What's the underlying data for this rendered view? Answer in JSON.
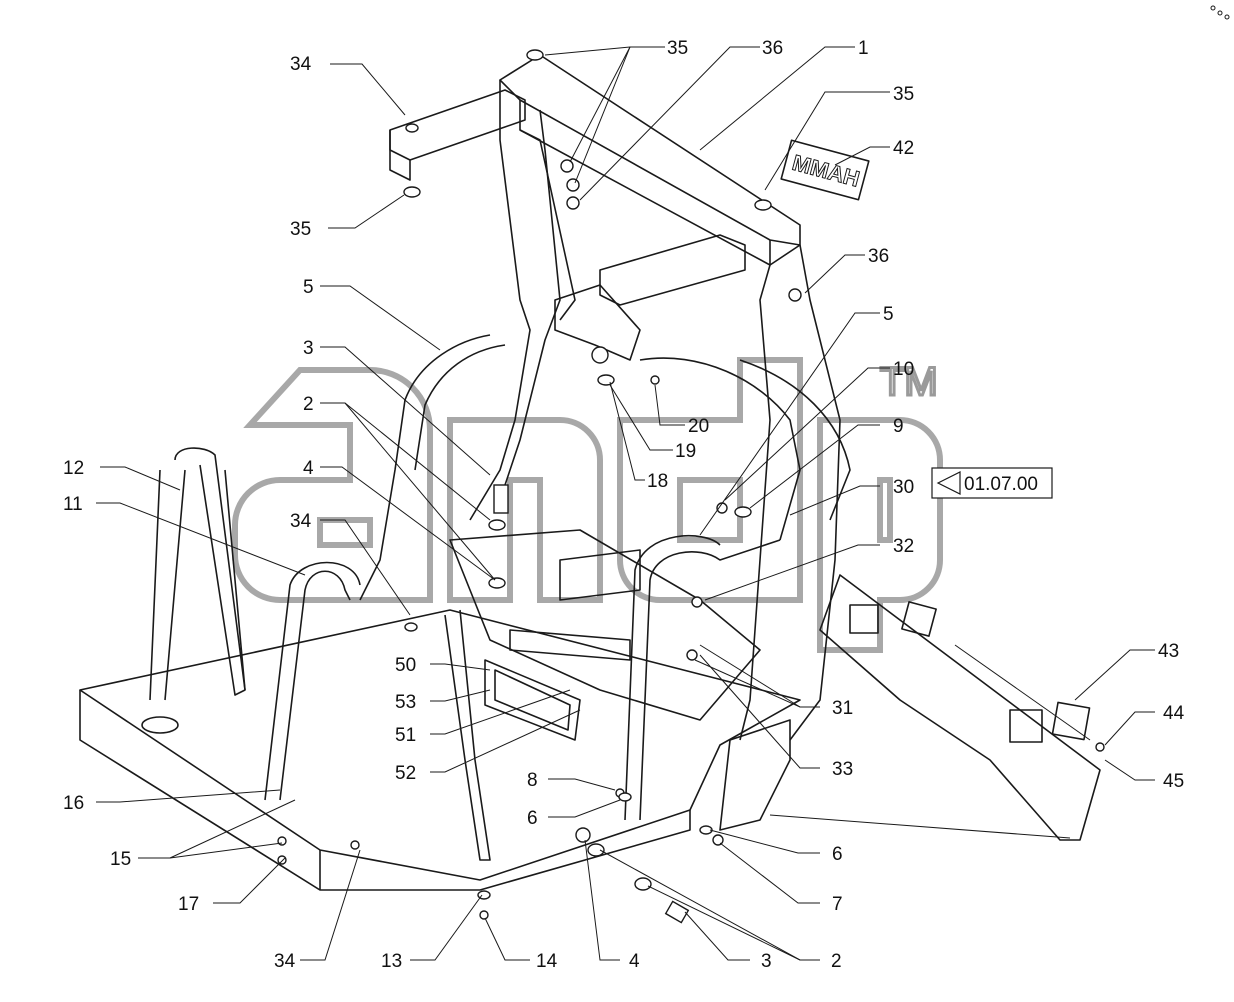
{
  "watermark": {
    "tm": "TM"
  },
  "reference": {
    "label": "01.07.00"
  },
  "plate": {
    "brand": "MMAH"
  },
  "callouts": [
    {
      "id": "c34a",
      "text": "34"
    },
    {
      "id": "c35a",
      "text": "35"
    },
    {
      "id": "c36a",
      "text": "36"
    },
    {
      "id": "c1",
      "text": "1"
    },
    {
      "id": "c35b",
      "text": "35"
    },
    {
      "id": "c42",
      "text": "42"
    },
    {
      "id": "c35c",
      "text": "35"
    },
    {
      "id": "c36b",
      "text": "36"
    },
    {
      "id": "c5a",
      "text": "5"
    },
    {
      "id": "c5b",
      "text": "5"
    },
    {
      "id": "c3a",
      "text": "3"
    },
    {
      "id": "c10",
      "text": "10"
    },
    {
      "id": "c2a",
      "text": "2"
    },
    {
      "id": "c20",
      "text": "20"
    },
    {
      "id": "c9",
      "text": "9"
    },
    {
      "id": "c19",
      "text": "19"
    },
    {
      "id": "c12",
      "text": "12"
    },
    {
      "id": "c4a",
      "text": "4"
    },
    {
      "id": "c18",
      "text": "18"
    },
    {
      "id": "c30",
      "text": "30"
    },
    {
      "id": "c11",
      "text": "11"
    },
    {
      "id": "c34b",
      "text": "34"
    },
    {
      "id": "c32",
      "text": "32"
    },
    {
      "id": "c43",
      "text": "43"
    },
    {
      "id": "c50",
      "text": "50"
    },
    {
      "id": "c53",
      "text": "53"
    },
    {
      "id": "c31",
      "text": "31"
    },
    {
      "id": "c44",
      "text": "44"
    },
    {
      "id": "c51",
      "text": "51"
    },
    {
      "id": "c52",
      "text": "52"
    },
    {
      "id": "c33",
      "text": "33"
    },
    {
      "id": "c45",
      "text": "45"
    },
    {
      "id": "c8",
      "text": "8"
    },
    {
      "id": "c16",
      "text": "16"
    },
    {
      "id": "c6a",
      "text": "6"
    },
    {
      "id": "c15",
      "text": "15"
    },
    {
      "id": "c6b",
      "text": "6"
    },
    {
      "id": "c17",
      "text": "17"
    },
    {
      "id": "c7",
      "text": "7"
    },
    {
      "id": "c34c",
      "text": "34"
    },
    {
      "id": "c13",
      "text": "13"
    },
    {
      "id": "c14",
      "text": "14"
    },
    {
      "id": "c4b",
      "text": "4"
    },
    {
      "id": "c3b",
      "text": "3"
    },
    {
      "id": "c2b",
      "text": "2"
    }
  ]
}
